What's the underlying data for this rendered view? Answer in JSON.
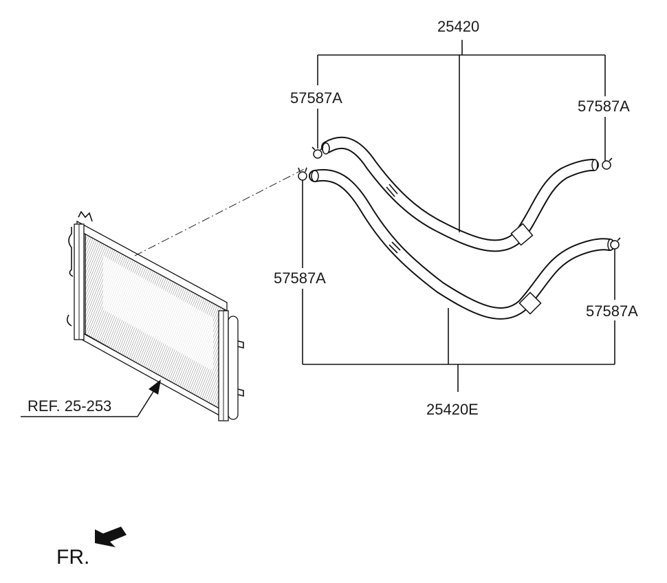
{
  "labels": {
    "top_part": "25420",
    "bottom_part": "25420E",
    "clamp_upper_left": "57587A",
    "clamp_upper_right": "57587A",
    "clamp_lower_left": "57587A",
    "clamp_lower_right": "57587A",
    "reference": "REF. 25-253",
    "front": "FR."
  },
  "colors": {
    "line": "#111111",
    "background": "#ffffff"
  },
  "icons": {
    "front_arrow": "arrow-left-down-icon"
  }
}
